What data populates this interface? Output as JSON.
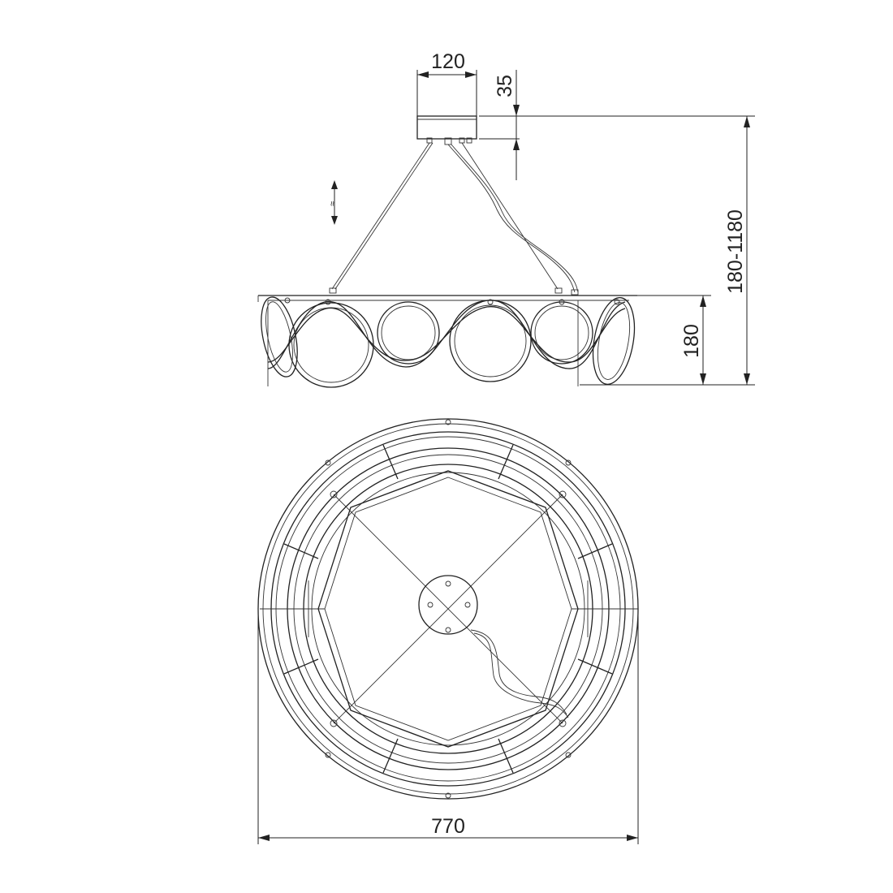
{
  "dimensions": {
    "canopy_width": "120",
    "canopy_height": "35",
    "overall_height": "180-1180",
    "body_height": "180",
    "diameter": "770"
  },
  "adjust_marker": "≈",
  "colors": {
    "line": "#222222",
    "background": "#ffffff"
  }
}
